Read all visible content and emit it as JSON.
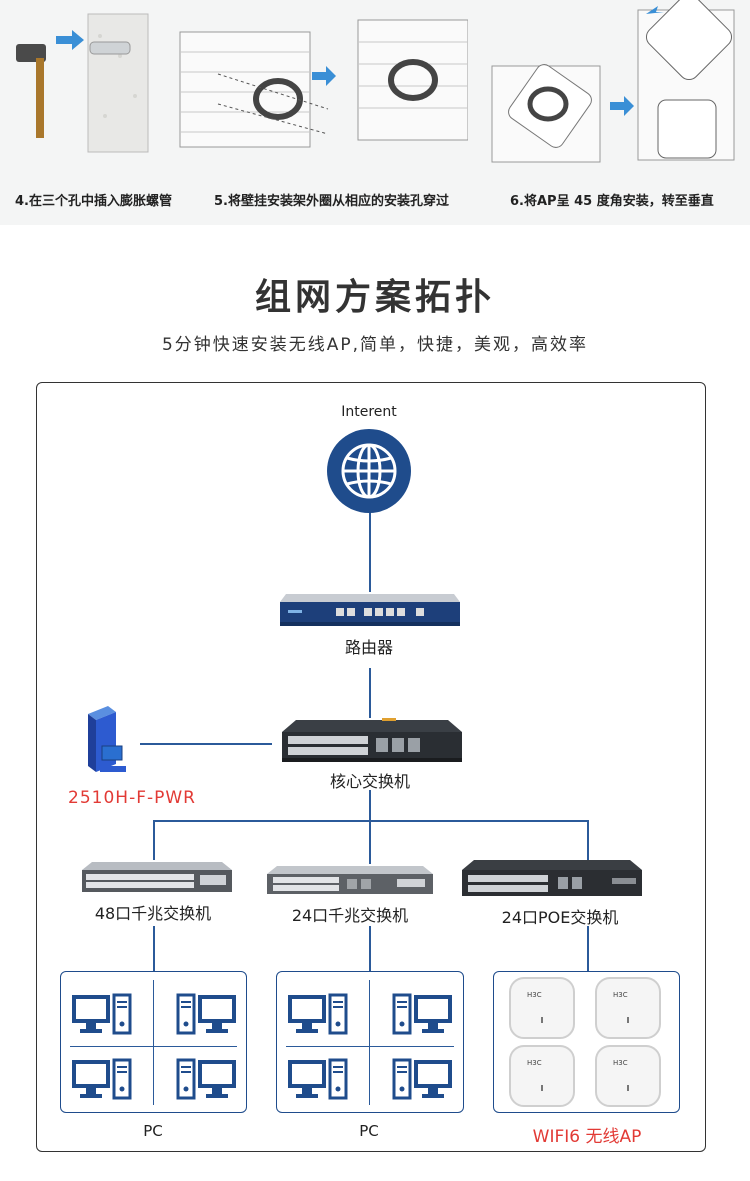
{
  "steps": [
    {
      "caption": "4.在三个孔中插入膨胀螺管"
    },
    {
      "caption": "5.将壁挂安装架外圈从相应的安装孔穿过"
    },
    {
      "caption": "6.将AP呈 45 度角安装，转至垂直"
    }
  ],
  "section": {
    "title": "组网方案拓扑",
    "subtitle": "5分钟快速安装无线AP,简单，快捷，美观，高效率"
  },
  "topology": {
    "internet_label": "Interent",
    "router_label": "路由器",
    "core_switch_label": "核心交换机",
    "server_label": "2510H-F-PWR",
    "switches": [
      {
        "label": "48口千兆交换机"
      },
      {
        "label": "24口千兆交换机"
      },
      {
        "label": "24口POE交换机"
      }
    ],
    "groups": [
      {
        "label": "PC"
      },
      {
        "label": "PC"
      },
      {
        "label": "WIFI6 无线AP"
      }
    ],
    "ap_brand": "H3C"
  },
  "colors": {
    "line": "#2b5a9a",
    "accent_red": "#e23a35",
    "globe": "#1f4c8c",
    "arrow": "#3a8fd6"
  }
}
